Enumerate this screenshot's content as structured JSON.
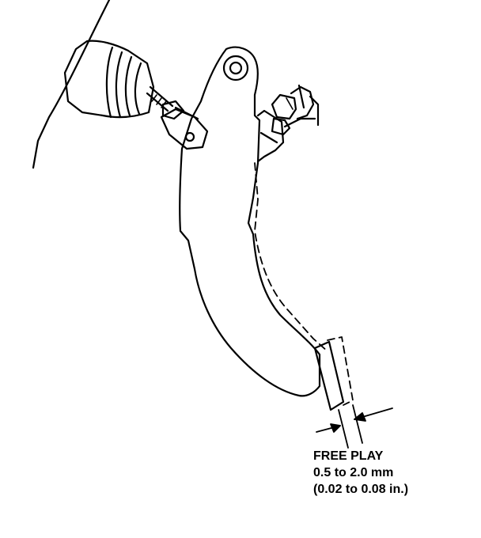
{
  "caption": {
    "title": "FREE PLAY",
    "metric": "0.5 to 2.0 mm",
    "imperial": "(0.02 to 0.08 in.)"
  },
  "colors": {
    "line": "#000000",
    "background": "#ffffff"
  }
}
